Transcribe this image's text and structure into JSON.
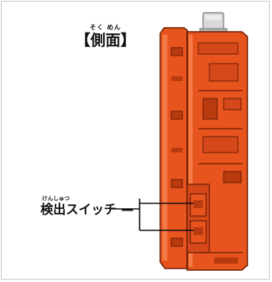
{
  "title": {
    "ruby": "そく めん",
    "text": "【側面】"
  },
  "callout": {
    "ruby": "けんしゅつ",
    "text": "検出スイッチ",
    "leader": "—"
  },
  "colors": {
    "body": "#e8541e",
    "body_dark": "#b83a0e",
    "body_light": "#f37a45",
    "outline": "#6a1e05",
    "cap": "#d9d9d9",
    "frame": "#c8c8c8"
  },
  "icons": {
    "device": "orange-device-side-view",
    "button": "top-button-icon"
  }
}
